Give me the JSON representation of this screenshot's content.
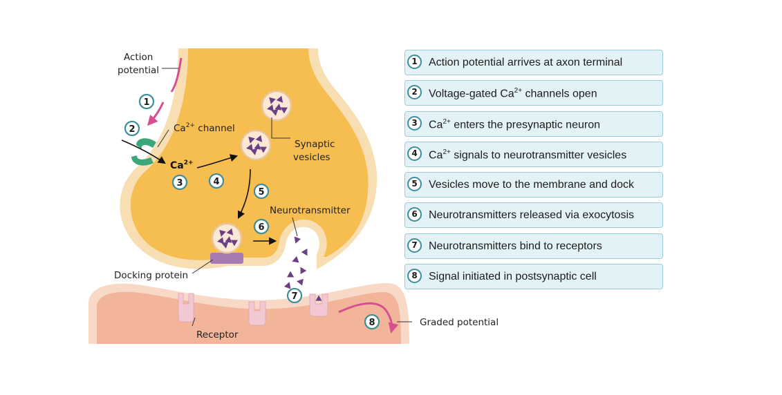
{
  "diagram": {
    "labels": {
      "action_potential_line1": "Action",
      "action_potential_line2": "potential",
      "ca_channel_prefix": "Ca",
      "ca_channel_sup": "2+",
      "ca_channel_suffix": " channel",
      "ca_ion": "Ca",
      "ca_ion_sup": "2+",
      "synaptic_line1": "Synaptic",
      "synaptic_line2": "vesicles",
      "neurotransmitter": "Neurotransmitter",
      "docking_protein": "Docking protein",
      "receptor": "Receptor",
      "graded_potential": "Graded potential"
    },
    "markers": [
      "1",
      "2",
      "3",
      "4",
      "5",
      "6",
      "7",
      "8"
    ]
  },
  "steps": [
    {
      "num": "1",
      "text": "Action potential arrives at axon terminal"
    },
    {
      "num": "2",
      "pre": "Voltage-gated Ca",
      "sup": "2+",
      "post": " channels open"
    },
    {
      "num": "3",
      "pre": "Ca",
      "sup": "2+",
      "post": " enters the presynaptic neuron"
    },
    {
      "num": "4",
      "pre": "Ca",
      "sup": "2+",
      "post": " signals to neurotransmitter vesicles"
    },
    {
      "num": "5",
      "text": "Vesicles move to the membrane and dock"
    },
    {
      "num": "6",
      "text": "Neurotransmitters released via exocytosis"
    },
    {
      "num": "7",
      "text": "Neurotransmitters bind to receptors"
    },
    {
      "num": "8",
      "text": "Signal initiated in postsynaptic cell"
    }
  ],
  "colors": {
    "presynaptic_fill": "#f6bd50",
    "presynaptic_membrane": "#f8dfb3",
    "postsynaptic_fill": "#f2b59a",
    "postsynaptic_membrane": "#f8d9c7",
    "neurotransmitter": "#6b3f84",
    "channel": "#3aa67a",
    "docking_protein": "#a57bb0",
    "receptor": "#f2c8d3",
    "signal_arrow": "#d6508f",
    "step_border": "#3e8d99",
    "step_fill": "#e3f2f7"
  }
}
